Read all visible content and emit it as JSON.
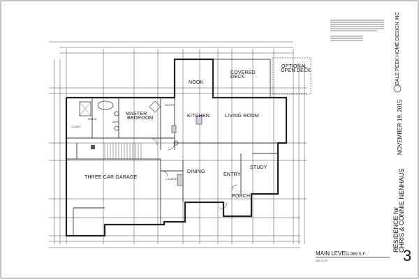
{
  "rooms": {
    "nook": "NOOK",
    "covered_deck_1": "COVERED",
    "covered_deck_2": "DECK",
    "optional_deck_1": "OPTIONAL",
    "optional_deck_2": "OPEN DECK",
    "master_1": "MASTER",
    "master_2": "BEDROOM",
    "kitchen": "KITCHEN",
    "living": "LIVING ROOM",
    "garage": "THREE CAR GARAGE",
    "dining": "DINING",
    "entry": "ENTRY",
    "study": "STUDY",
    "porch": "PORCH",
    "laundry": "LAUNDRY",
    "closet": "CLOSET",
    "linen": "LINEN",
    "pantry": "PANTRY",
    "bench": "BENCH"
  },
  "title_block": {
    "designer": "DALE PEEK HOME DESIGN INC",
    "date": "NOVEMBER 19, 2015",
    "residence_line1": "RESIDENCE for",
    "residence_line2": "CHRIS & CONNIE NENHAUS",
    "level": "MAIN LEVEL",
    "area": "1,969 S.F.",
    "scale": "1/4\"=1'-0\"",
    "sheet_number": "3"
  }
}
